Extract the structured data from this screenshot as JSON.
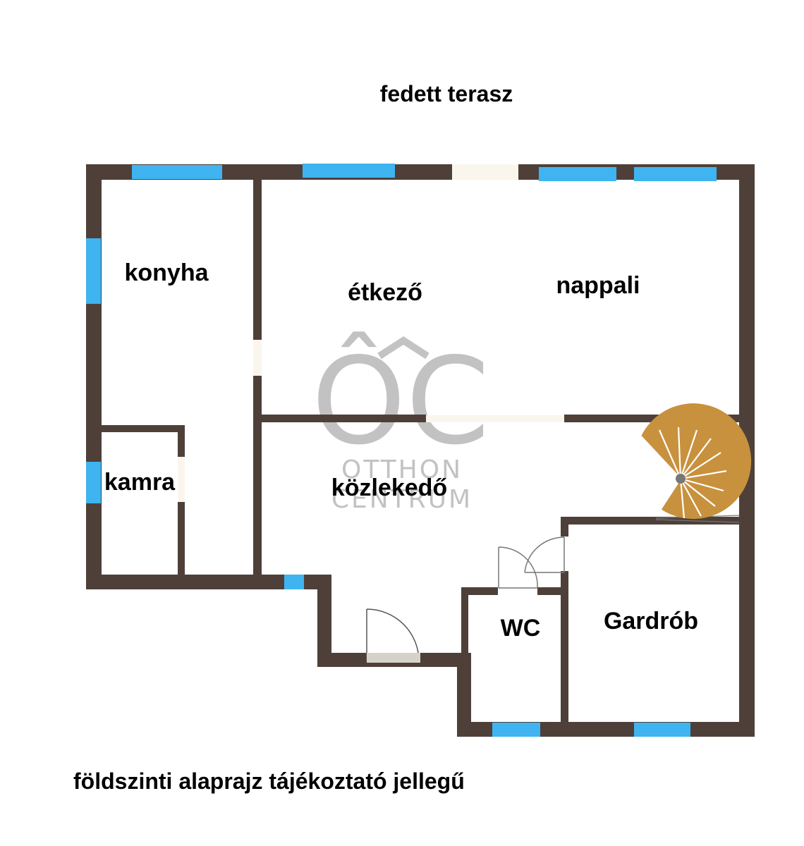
{
  "plan": {
    "title": "fedett terasz",
    "caption": "földszinti alaprajz tájékoztató jellegű",
    "rooms": {
      "konyha": "konyha",
      "etkezo": "étkező",
      "nappali": "nappali",
      "kamra": "kamra",
      "kozlekedo": "közlekedő",
      "wc": "WC",
      "gardrob": "Gardrób"
    },
    "colors": {
      "wall": "#4e4039",
      "window": "#3fb4f0",
      "opening": "#fbf6ed",
      "stair": "#c8913e"
    }
  },
  "watermark": {
    "logo_letters": "ÔC",
    "line1": "OTTHON",
    "line2": "CENTRUM"
  }
}
